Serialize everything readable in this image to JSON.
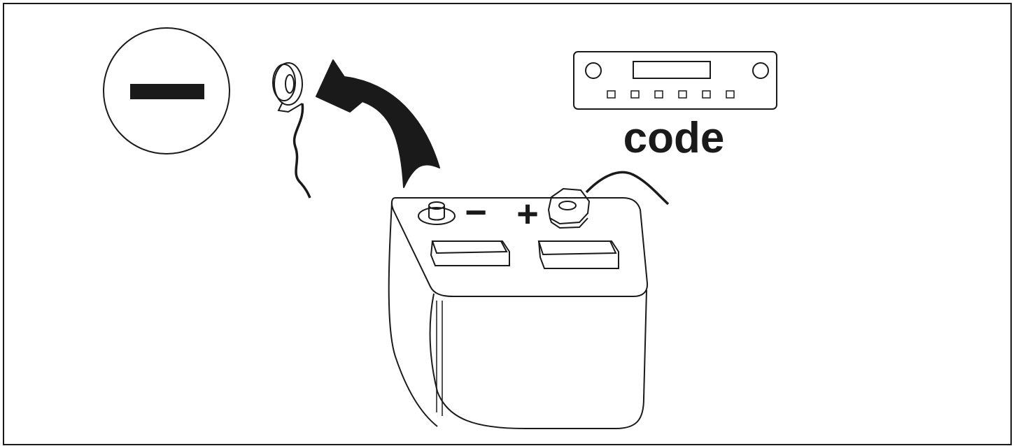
{
  "diagram": {
    "title": "",
    "negative_symbol_icon": "minus-sign-in-circle",
    "cable_icon": "disconnected-negative-cable",
    "arrow_icon": "curved-arrow",
    "radio_icon": "car-radio",
    "radio_caption": "code",
    "battery_icon": "car-battery",
    "battery_negative_label": "−",
    "battery_positive_label": "+"
  },
  "colors": {
    "ink": "#1a1a1a",
    "background": "#ffffff"
  }
}
